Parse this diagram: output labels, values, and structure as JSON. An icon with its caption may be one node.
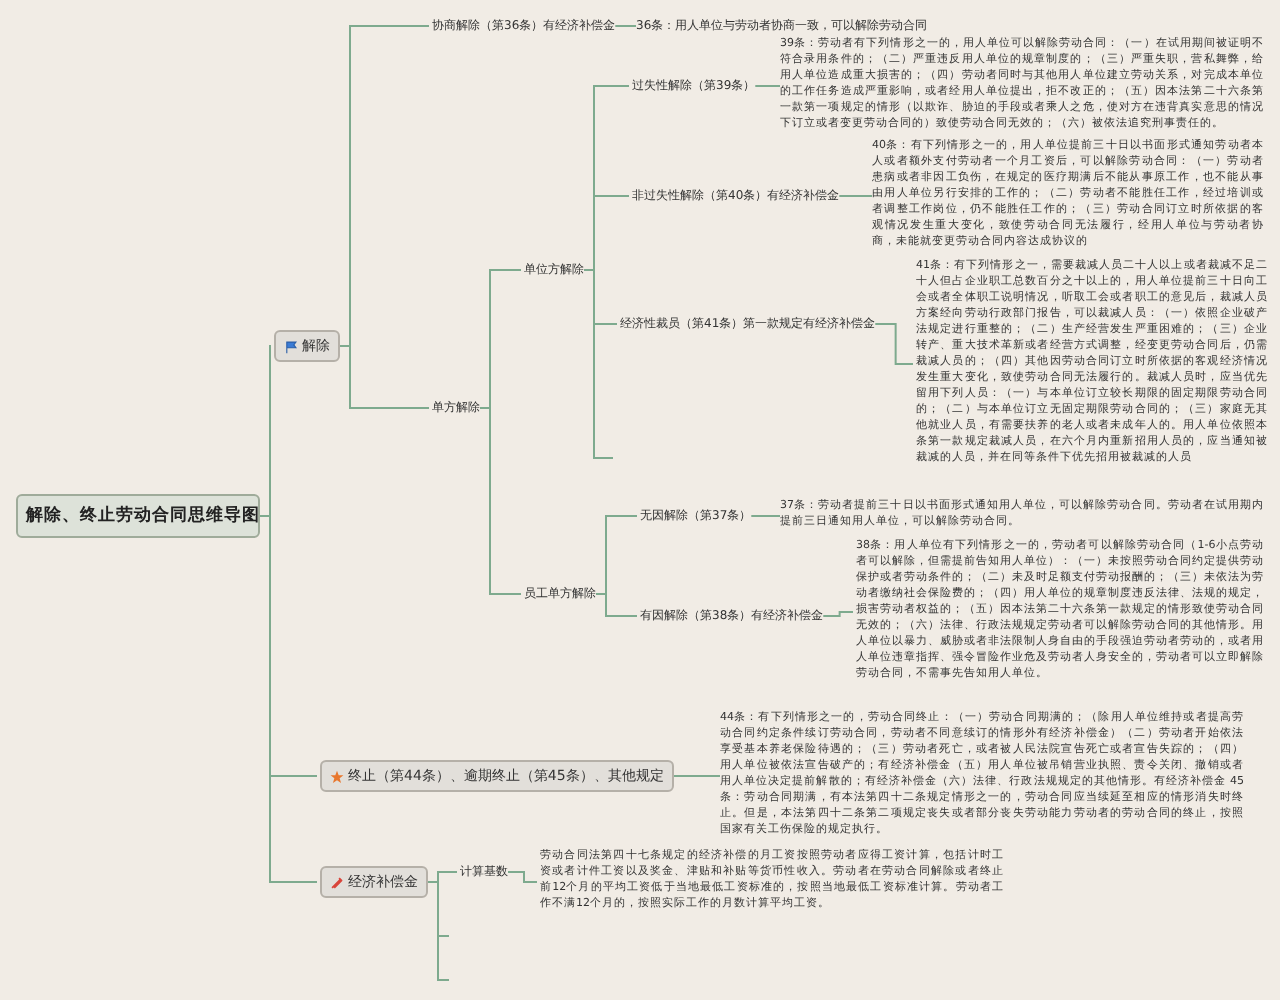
{
  "diagram": {
    "nodes": [
      {
        "text": [
          "解除、终止劳动合同思维导图"
        ]
      },
      {
        "text": [
          "解除"
        ]
      },
      {
        "text": [
          "协商解除（第36条）有经济补偿金"
        ]
      },
      {
        "text": [
          "36条：用人单位与劳动者协商一致，可以解除劳动合同"
        ]
      },
      {
        "text": [
          "单方解除"
        ]
      },
      {
        "text": [
          "单位方解除"
        ]
      },
      {
        "text": [
          "过失性解除（第39条）"
        ]
      },
      {
        "text": [
          "39条：劳动者有下列情形之一的，用人单位可以解除劳动合同：（一）在试用期间被证明不符合录用条件的；（二）严重违反用人单位的规章制度的；（三）严重失职，营私舞弊，给用人单位造成重大损害的；（四）劳动者同时与其他用人单位建立劳动关系，对完成本单位的工作任务造成严重影响，或者经用人单位提出，拒不改正的；（五）因本法第二十六条第一款第一项规定的情形（以欺诈、胁迫的手段或者乘人之危，使对方在违背真实意思的情况下订立或者变更劳动合同的）致使劳动合同无效的；（六）被依法追究刑事责任的。"
        ]
      },
      {
        "text": [
          "非过失性解除（第40条）有经济补偿金"
        ]
      },
      {
        "text": [
          "40条：有下列情形之一的，用人单位提前三十日以书面形式通知劳动者本人或者额外支付劳动者一个月工资后，可以解除劳动合同：（一）劳动者患病或者非因工负伤，在规定的医疗期满后不能从事原工作，也不能从事由用人单位另行安排的工作的；（二）劳动者不能胜任工作，经过培训或者调整工作岗位，仍不能胜任工作的；（三）劳动合同订立时所依据的客观情况发生重大变化，致使劳动合同无法履行，经用人单位与劳动者协商，未能就变更劳动合同内容达成协议的"
        ]
      },
      {
        "text": [
          "经济性裁员（第41条）第一款规定有经济补偿金"
        ]
      },
      {
        "text": [
          "41条：有下列情形之一，需要裁减人员二十人以上或者裁减不足二十人但占企业职工总数百分之十以上的，用人单位提前三十日向工会或者全体职工说明情况，听取工会或者职工的意见后，裁减人员方案经向劳动行政部门报告，可以裁减人员：（一）依照企业破产法规定进行重整的；（二）生产经营发生严重困难的；（三）企业转产、重大技术革新或者经营方式调整，经变更劳动合同后，仍需裁减人员的；（四）其他因劳动合同订立时所依据的客观经济情况发生重大变化，致使劳动合同无法履行的。裁减人员时，应当优先留用下列人员：（一）与本单位订立较长期限的固定期限劳动合同的；（二）与本单位订立无固定期限劳动合同的；（三）家庭无其他就业人员，有需要扶养的老人或者未成年人的。用人单位依照本条第一款规定裁减人员，在六个月内重新招用人员的，应当通知被裁减的人员，并在同等条件下优先招用被裁减的人员"
        ]
      },
      {
        "text": [
          "员工单方解除"
        ]
      },
      {
        "text": [
          "无因解除（第37条）"
        ]
      },
      {
        "text": [
          "37条：劳动者提前三十日以书面形式通知用人单位，可以解除劳动合同。劳动者在试用期内提前三日通知用人单位，可以解除劳动合同。"
        ]
      },
      {
        "text": [
          "有因解除（第38条）有经济补偿金"
        ]
      },
      {
        "text": [
          "38条：用人单位有下列情形之一的，劳动者可以解除劳动合同（1-6小点劳动者可以解除，但需提前告知用人单位）：（一）未按照劳动合同约定提供劳动保护或者劳动条件的；（二）未及时足额支付劳动报酬的；（三）未依法为劳动者缴纳社会保险费的；（四）用人单位的规章制度违反法律、法规的规定，损害劳动者权益的；（五）因本法第二十六条第一款规定的情形致使劳动合同无效的；（六）法律、行政法规规定劳动者可以解除劳动合同的其他情形。用人单位以暴力、威胁或者非法限制人身自由的手段强迫劳动者劳动的，或者用人单位违章指挥、强令冒险作业危及劳动者人身安全的，劳动者可以立即解除劳动合同，不需事先告知用人单位。"
        ]
      },
      {
        "text": [
          "终止（第44条）、逾期终止（第45条）、其他规定"
        ]
      },
      {
        "text": [
          "44条：有下列情形之一的，劳动合同终止：（一）劳动合同期满的；（除用人单位维持或者提高劳动合同约定条件续订劳动合同，劳动者不同意续订的情形外有经济补偿金）（二）劳动者开始依法享受基本养老保险待遇的；（三）劳动者死亡，或者被人民法院宣告死亡或者宣告失踪的；（四）用人单位被依法宣告破产的；有经济补偿金（五）用人单位被吊销营业执照、责令关闭、撤销或者用人单位决定提前解散的；有经济补偿金（六）法律、行政法规规定的其他情形。有经济补偿金 45条：劳动合同期满，有本法第四十二条规定情形之一的，劳动合同应当续延至相应的情形消失时终止。但是，本法第四十二条第二项规定丧失或者部分丧失劳动能力劳动者的劳动合同的终止，按照国家有关工伤保险的规定执行。"
        ]
      },
      {
        "text": [
          "经济补偿金"
        ]
      },
      {
        "text": [
          "计算基数"
        ]
      },
      {
        "text": [
          "劳动合同法第四十七条规定的经济补偿的月工资按照劳动者应得工资计算，包括计时工资或者计件工资以及奖金、津贴和补贴等货币性收入。劳动者在劳动合同解除或者终止前12个月的平均工资低于当地最低工资标准的，按照当地最低工资标准计算。劳动者工作不满12个月的，按照实际工作的月数计算平均工资。"
        ]
      }
    ],
    "edges": [
      {
        "from": 0,
        "to": 1,
        "arrow": "none"
      },
      {
        "from": 1,
        "to": 2,
        "arrow": "none"
      },
      {
        "from": 2,
        "to": 3,
        "arrow": "none"
      },
      {
        "from": 1,
        "to": 4,
        "arrow": "none"
      },
      {
        "from": 4,
        "to": 5,
        "arrow": "none"
      },
      {
        "from": 5,
        "to": 6,
        "arrow": "none"
      },
      {
        "from": 6,
        "to": 7,
        "arrow": "none"
      },
      {
        "from": 5,
        "to": 8,
        "arrow": "none"
      },
      {
        "from": 8,
        "to": 9,
        "arrow": "none"
      },
      {
        "from": 5,
        "to": 10,
        "arrow": "none"
      },
      {
        "from": 10,
        "to": 11,
        "arrow": "none"
      },
      {
        "from": 5,
        "to": null,
        "arrow": "none"
      },
      {
        "from": 4,
        "to": 12,
        "arrow": "none"
      },
      {
        "from": 12,
        "to": 13,
        "arrow": "none"
      },
      {
        "from": 13,
        "to": 14,
        "arrow": "none"
      },
      {
        "from": 12,
        "to": 15,
        "arrow": "none"
      },
      {
        "from": 15,
        "to": 16,
        "arrow": "none"
      },
      {
        "from": 0,
        "to": 17,
        "arrow": "none"
      },
      {
        "from": 17,
        "to": 18,
        "arrow": "none"
      },
      {
        "from": 0,
        "to": 19,
        "arrow": "none"
      },
      {
        "from": 19,
        "to": 20,
        "arrow": "none"
      },
      {
        "from": 20,
        "to": 21,
        "arrow": "none"
      },
      {
        "from": 19,
        "to": null,
        "arrow": "none"
      },
      {
        "from": 19,
        "to": null,
        "arrow": "none"
      }
    ]
  }
}
